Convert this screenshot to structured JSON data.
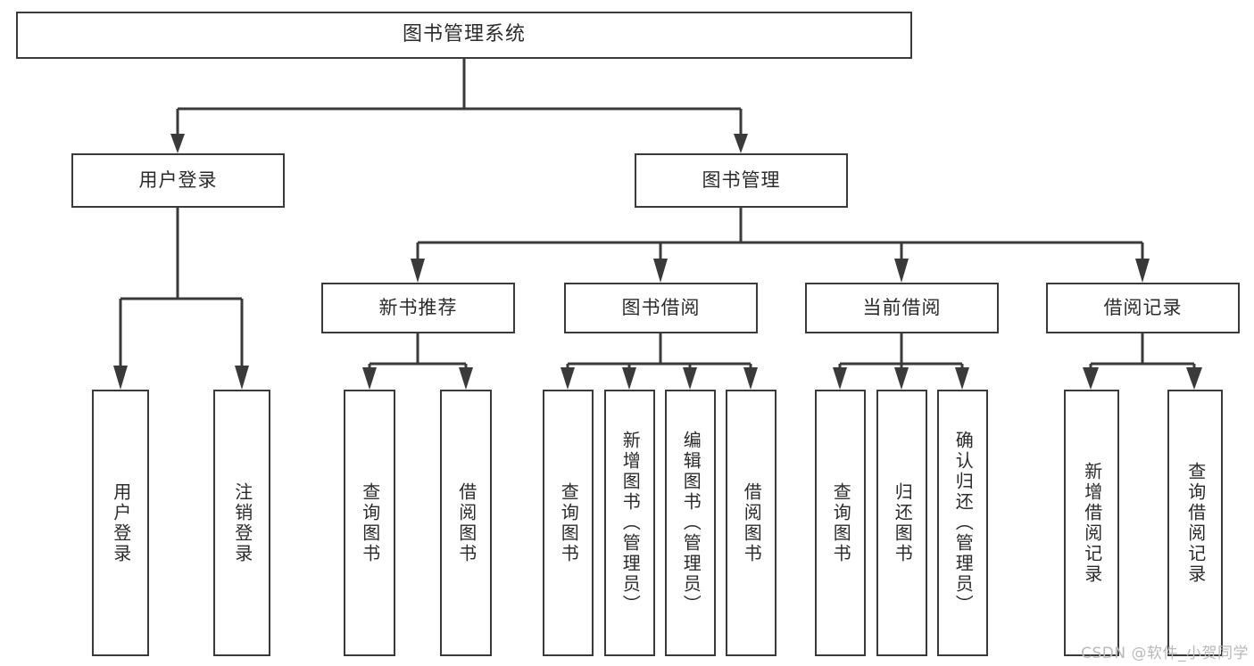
{
  "diagram": {
    "title": "图书管理系统",
    "watermark": "CSDN @软件_小贺同学",
    "colors": {
      "box_border": "#3a3a3a",
      "box_fill": "#ffffff",
      "text": "#2b2b2b",
      "edge": "#3a3a3a",
      "watermark": "#b9b9b9",
      "background": "#ffffff"
    },
    "root": {
      "label": "图书管理系统"
    },
    "level2": [
      {
        "label": "用户登录"
      },
      {
        "label": "图书管理"
      }
    ],
    "level3": [
      {
        "label": "新书推荐"
      },
      {
        "label": "图书借阅"
      },
      {
        "label": "当前借阅"
      },
      {
        "label": "借阅记录"
      }
    ],
    "leaves": {
      "user_login": [
        {
          "label": "用户登录"
        },
        {
          "label": "注销登录"
        }
      ],
      "new_book": [
        {
          "label": "查询图书"
        },
        {
          "label": "借阅图书"
        }
      ],
      "book_borrow": [
        {
          "label": "查询图书"
        },
        {
          "label": "新增图书（管理员）"
        },
        {
          "label": "编辑图书（管理员）"
        },
        {
          "label": "借阅图书"
        }
      ],
      "current_borrow": [
        {
          "label": "查询图书"
        },
        {
          "label": "归还图书"
        },
        {
          "label": "确认归还（管理员）"
        }
      ],
      "borrow_record": [
        {
          "label": "新增借阅记录"
        },
        {
          "label": "查询借阅记录"
        }
      ]
    }
  }
}
